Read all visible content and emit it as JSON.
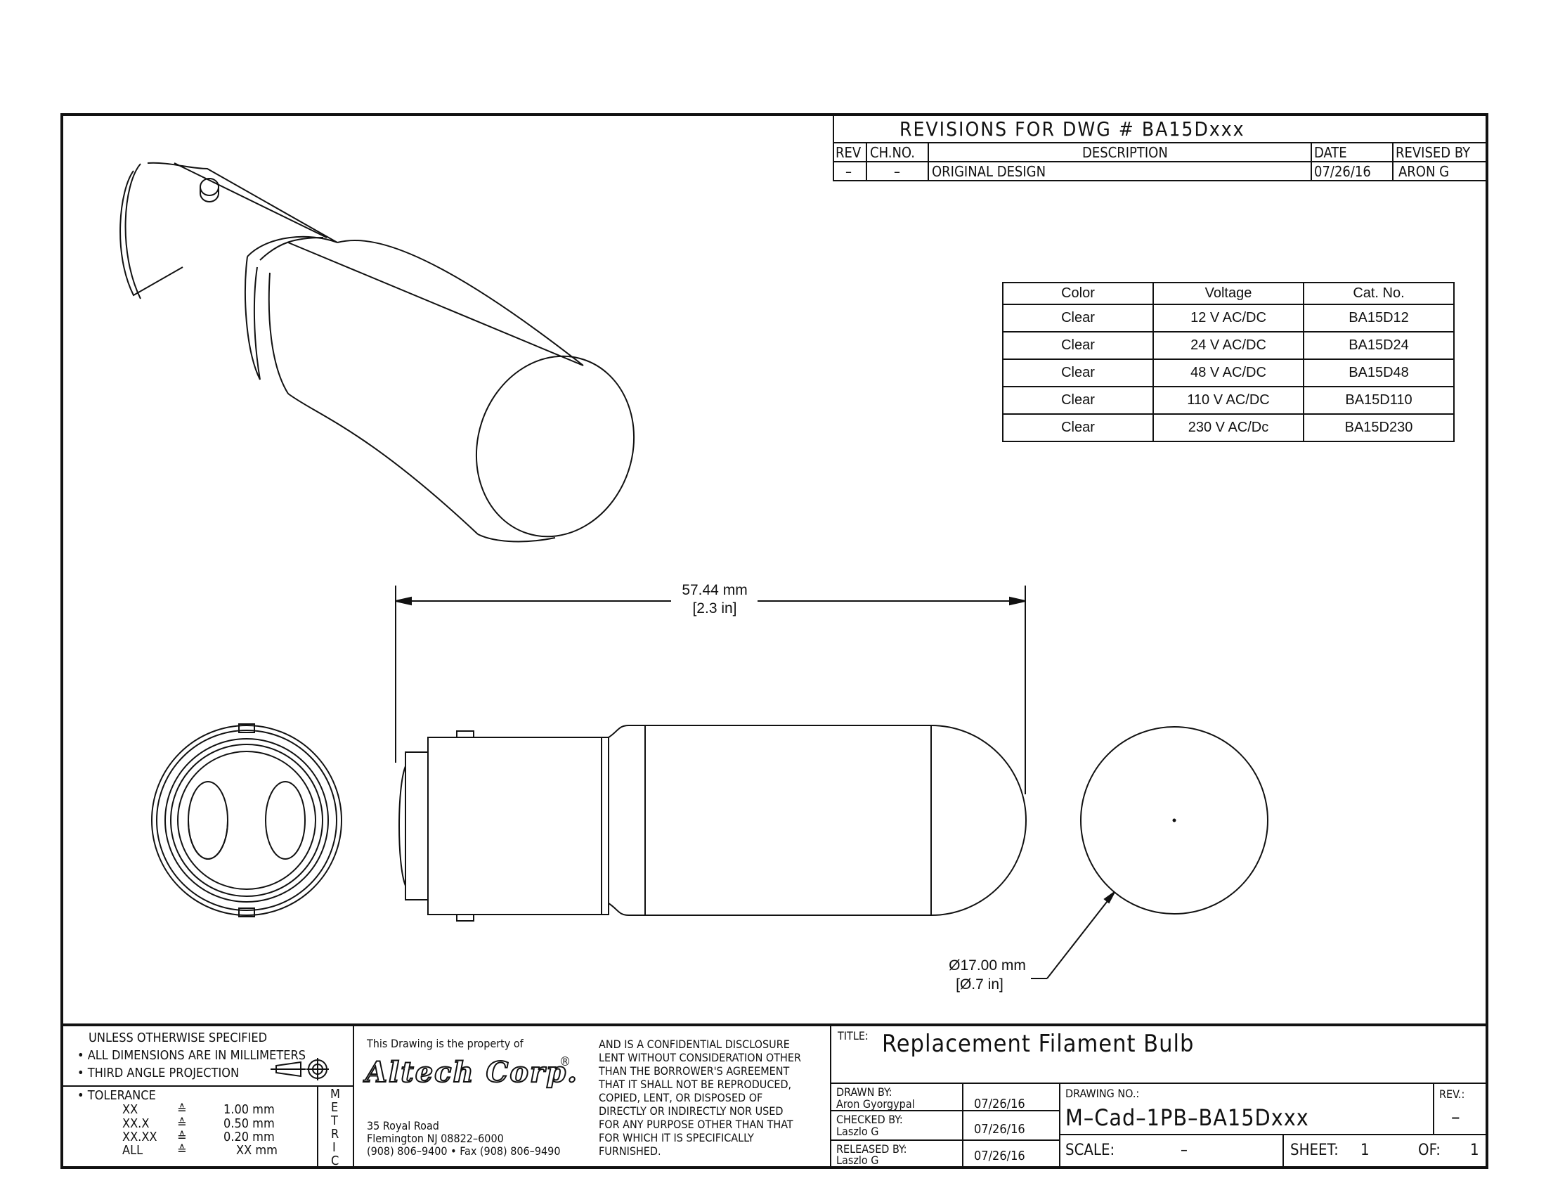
{
  "revisions": {
    "title": "REVISIONS  FOR  DWG  #  BA15Dxxx",
    "headers": [
      "REV",
      "CH.NO.",
      "DESCRIPTION",
      "DATE",
      "REVISED  BY"
    ],
    "rows": [
      [
        "–",
        "–",
        "ORIGINAL  DESIGN",
        "07/26/16",
        "ARON  G"
      ]
    ]
  },
  "spec_table": {
    "headers": [
      "Color",
      "Voltage",
      "Cat. No."
    ],
    "rows": [
      [
        "Clear",
        "12 V AC/DC",
        "BA15D12"
      ],
      [
        "Clear",
        "24 V AC/DC",
        "BA15D24"
      ],
      [
        "Clear",
        "48 V AC/DC",
        "BA15D48"
      ],
      [
        "Clear",
        "110 V AC/DC",
        "BA15D110"
      ],
      [
        "Clear",
        "230 V AC/Dc",
        "BA15D230"
      ]
    ]
  },
  "dimensions": {
    "length_mm": "57.44 mm",
    "length_in": "[2.3 in]",
    "diameter_mm": "Ø17.00 mm",
    "diameter_in": "[Ø.7 in]"
  },
  "notes": {
    "line1": "UNLESS  OTHERWISE  SPECIFIED",
    "line2": "• ALL  DIMENSIONS  ARE  IN  MILLIMETERS",
    "line3": "• THIRD  ANGLE  PROJECTION",
    "tolerance_label": "• TOLERANCE",
    "tolerances": [
      {
        "key": "XX",
        "sym": "≙",
        "val": "1.00 mm"
      },
      {
        "key": "XX.X",
        "sym": "≙",
        "val": "0.50 mm"
      },
      {
        "key": "XX.XX",
        "sym": "≙",
        "val": "0.20 mm"
      },
      {
        "key": "ALL",
        "sym": "≙",
        "val": "XX mm"
      }
    ],
    "metric": [
      "M",
      "E",
      "T",
      "R",
      "I",
      "C"
    ]
  },
  "company": {
    "property_text": "This  Drawing  is  the  property  of",
    "name": "Altech Corp.",
    "registered": "®",
    "address1": "35  Royal  Road",
    "address2": "Flemington  NJ  08822–6000",
    "phone": "(908)  806–9400 • Fax  (908)  806–9490",
    "disclosure": [
      "AND  IS  A  CONFIDENTIAL  DISCLOSURE",
      "LENT  WITHOUT  CONSIDERATION  OTHER",
      "THAN  THE  BORROWER'S  AGREEMENT",
      "THAT  IT  SHALL  NOT  BE  REPRODUCED,",
      "COPIED,  LENT,  OR  DISPOSED  OF",
      "DIRECTLY  OR  INDIRECTLY  NOR  USED",
      "FOR  ANY  PURPOSE  OTHER  THAN  THAT",
      "FOR  WHICH  IT  IS  SPECIFICALLY",
      "FURNISHED."
    ]
  },
  "title_block": {
    "title_label": "TITLE:",
    "title": "Replacement  Filament  Bulb",
    "drawn_by_label": "DRAWN  BY:",
    "drawn_by": "Aron  Gyorgypal",
    "drawn_date": "07/26/16",
    "checked_by_label": "CHECKED  BY:",
    "checked_by": "Laszlo  G",
    "checked_date": "07/26/16",
    "released_by_label": "RELEASED  BY:",
    "released_by": "Laszlo  G",
    "released_date": "07/26/16",
    "drawing_no_label": "DRAWING  NO.:",
    "drawing_no": "M–Cad–1PB–BA15Dxxx",
    "rev_label": "REV.:",
    "rev": "–",
    "scale_label": "SCALE:",
    "scale": "–",
    "sheet_label": "SHEET:",
    "sheet": "1",
    "of_label": "OF:",
    "of": "1"
  }
}
